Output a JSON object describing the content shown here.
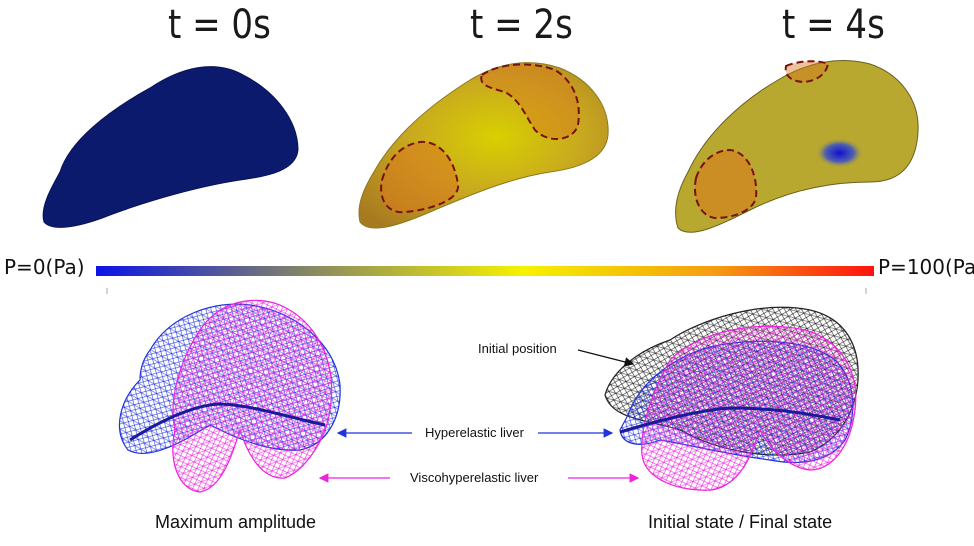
{
  "time_labels": [
    "t = 0s",
    "t = 2s",
    "t = 4s"
  ],
  "pressure_scale": {
    "min_label": "P=0(Pa)",
    "max_label": "P=100(Pa)",
    "colors": [
      "#0a14e6",
      "#9a9a52",
      "#f5f200",
      "#f59a10",
      "#ff1010"
    ]
  },
  "annotations": {
    "initial_position": "Initial position",
    "hyperelastic": "Hyperelastic liver",
    "viscohyperelastic": "Viscohyperelastic liver"
  },
  "captions": {
    "left": "Maximum amplitude",
    "right": "Initial state / Final state"
  },
  "colors": {
    "hyperelastic_mesh": "#2233dd",
    "viscohyperelastic_mesh": "#ee22dd",
    "initial_mesh": "#222222",
    "deep_blue_liver": "#0c1a6e",
    "hotspot_outline": "#7a1010"
  }
}
